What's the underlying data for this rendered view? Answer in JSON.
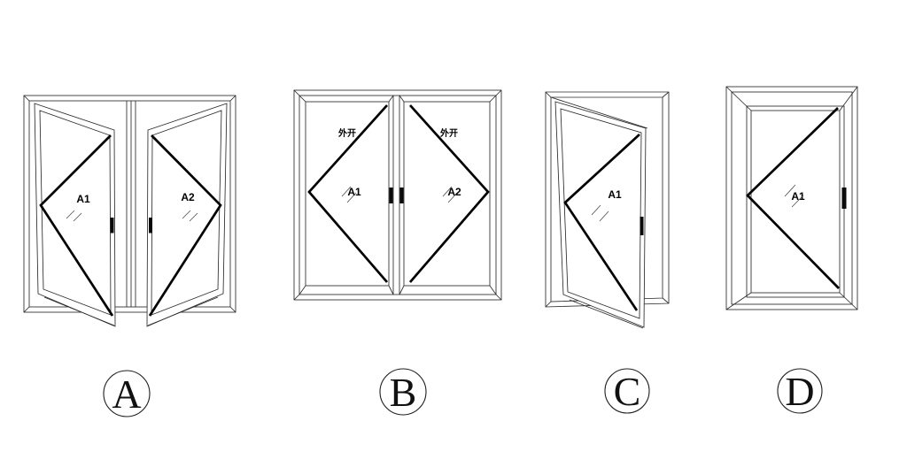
{
  "colors": {
    "background": "#ffffff",
    "line": "#2b2b2b",
    "indicator": "#000000",
    "text": "#000000"
  },
  "windows": {
    "a": {
      "badge": "A",
      "pane1": "A1",
      "pane2": "A2"
    },
    "b": {
      "badge": "B",
      "pane1": "A1",
      "pane2": "A2",
      "open_direction_left": "外开",
      "open_direction_right": "外开"
    },
    "c": {
      "badge": "C",
      "pane1": "A1"
    },
    "d": {
      "badge": "D",
      "pane1": "A1"
    }
  }
}
